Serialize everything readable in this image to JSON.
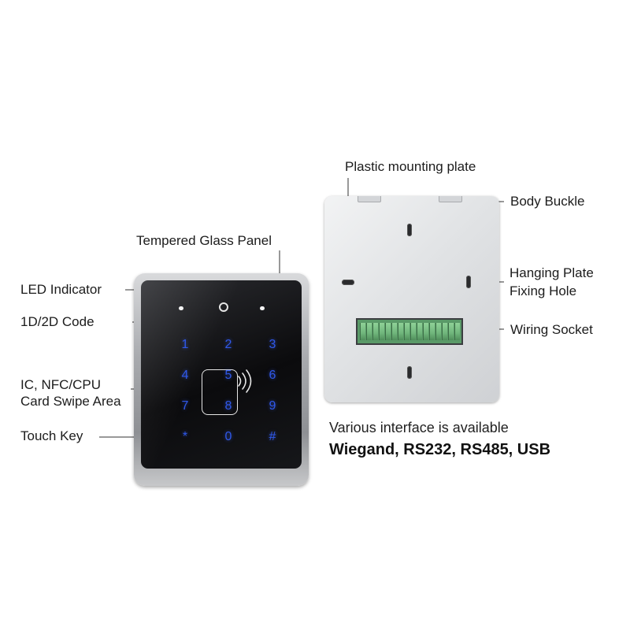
{
  "front_labels": {
    "tempered_glass": "Tempered Glass Panel",
    "led_indicator": "LED Indicator",
    "code": "1D/2D Code",
    "card_area_line1": "IC, NFC/CPU",
    "card_area_line2": "Card Swipe Area",
    "touch_key": "Touch Key"
  },
  "keypad": [
    "1",
    "2",
    "3",
    "4",
    "5",
    "6",
    "7",
    "8",
    "9",
    "*",
    "0",
    "#"
  ],
  "back_labels": {
    "plastic_plate": "Plastic mounting plate",
    "body_buckle": "Body Buckle",
    "hanging_line1": "Hanging Plate",
    "hanging_line2": "Fixing Hole",
    "wiring_socket": "Wiring Socket"
  },
  "info": {
    "line1": "Various interface is available",
    "line2": "Wiegand, RS232, RS485, USB"
  },
  "colors": {
    "key_blue": "#2f58e8",
    "socket_green": "#5a9a68"
  }
}
